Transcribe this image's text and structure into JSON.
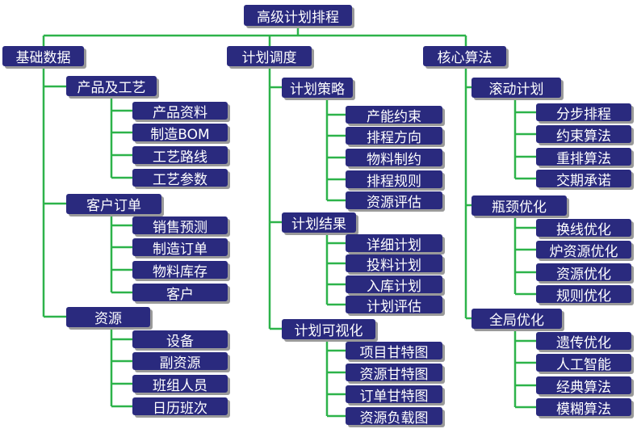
{
  "root": "高级计划排程",
  "branches": [
    {
      "label": "基础数据",
      "groups": [
        {
          "label": "产品及工艺",
          "items": [
            "产品资料",
            "制造BOM",
            "工艺路线",
            "工艺参数"
          ]
        },
        {
          "label": "客户订单",
          "items": [
            "销售预测",
            "制造订单",
            "物料库存",
            "客户"
          ]
        },
        {
          "label": "资源",
          "items": [
            "设备",
            "副资源",
            "班组人员",
            "日历班次"
          ]
        }
      ]
    },
    {
      "label": "计划调度",
      "groups": [
        {
          "label": "计划策略",
          "items": [
            "产能约束",
            "排程方向",
            "物料制约",
            "排程规则",
            "资源评估"
          ]
        },
        {
          "label": "计划结果",
          "items": [
            "详细计划",
            "投料计划",
            "入库计划",
            "计划评估"
          ]
        },
        {
          "label": "计划可视化",
          "items": [
            "项目甘特图",
            "资源甘特图",
            "订单甘特图",
            "资源负载图"
          ]
        }
      ]
    },
    {
      "label": "核心算法",
      "groups": [
        {
          "label": "滚动计划",
          "items": [
            "分步排程",
            "约束算法",
            "重排算法",
            "交期承诺"
          ]
        },
        {
          "label": "瓶颈优化",
          "items": [
            "换线优化",
            "炉资源优化",
            "资源优化",
            "规则优化"
          ]
        },
        {
          "label": "全局优化",
          "items": [
            "遗传优化",
            "人工智能",
            "经典算法",
            "模糊算法"
          ]
        }
      ]
    }
  ],
  "colors": {
    "node": "#2a2a7e",
    "connector": "#2db34a",
    "shadow": "#9a9a9a"
  }
}
